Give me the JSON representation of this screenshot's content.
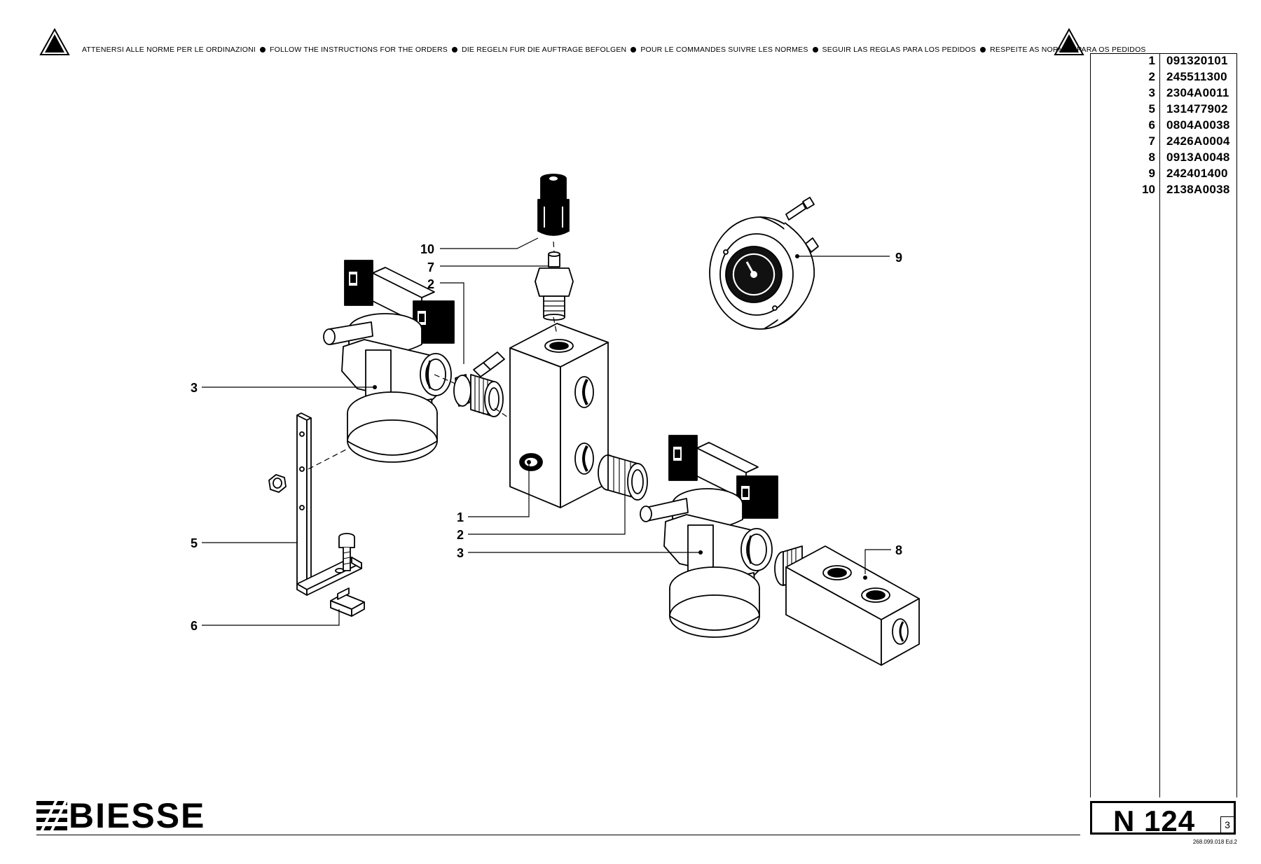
{
  "header": {
    "banner_parts": [
      "ATTENERSI ALLE NORME PER LE ORDINAZIONI",
      "FOLLOW THE INSTRUCTIONS FOR THE ORDERS",
      "DIE REGELN FUR DIE AUFTRAGE BEFOLGEN",
      "POUR LE COMMANDES SUIVRE LES NORMES",
      "SEGUIR LAS REGLAS PARA LOS PEDIDOS",
      "RESPEITE AS NORMAS PARA OS PEDIDOS"
    ],
    "warning_icon": "warning-triangle-icon"
  },
  "callouts": {
    "c10": "10",
    "c7": "7",
    "c2_top": "2",
    "c3_top": "3",
    "c5": "5",
    "c6": "6",
    "c1": "1",
    "c2_bottom": "2",
    "c3_bottom": "3",
    "c8": "8",
    "c9": "9"
  },
  "parts": [
    {
      "pos": "1",
      "code": "091320101"
    },
    {
      "pos": "2",
      "code": "245511300"
    },
    {
      "pos": "3",
      "code": "2304A0011"
    },
    {
      "pos": "5",
      "code": "131477902"
    },
    {
      "pos": "6",
      "code": "0804A0038"
    },
    {
      "pos": "7",
      "code": "2426A0004"
    },
    {
      "pos": "8",
      "code": "0913A0048"
    },
    {
      "pos": "9",
      "code": "242401400"
    },
    {
      "pos": "10",
      "code": "2138A0038"
    }
  ],
  "footer": {
    "brand": "BIESSE",
    "page_code": "N 124",
    "sheet_number": "3",
    "doc_ref": "268.099.018 Ed.2"
  }
}
